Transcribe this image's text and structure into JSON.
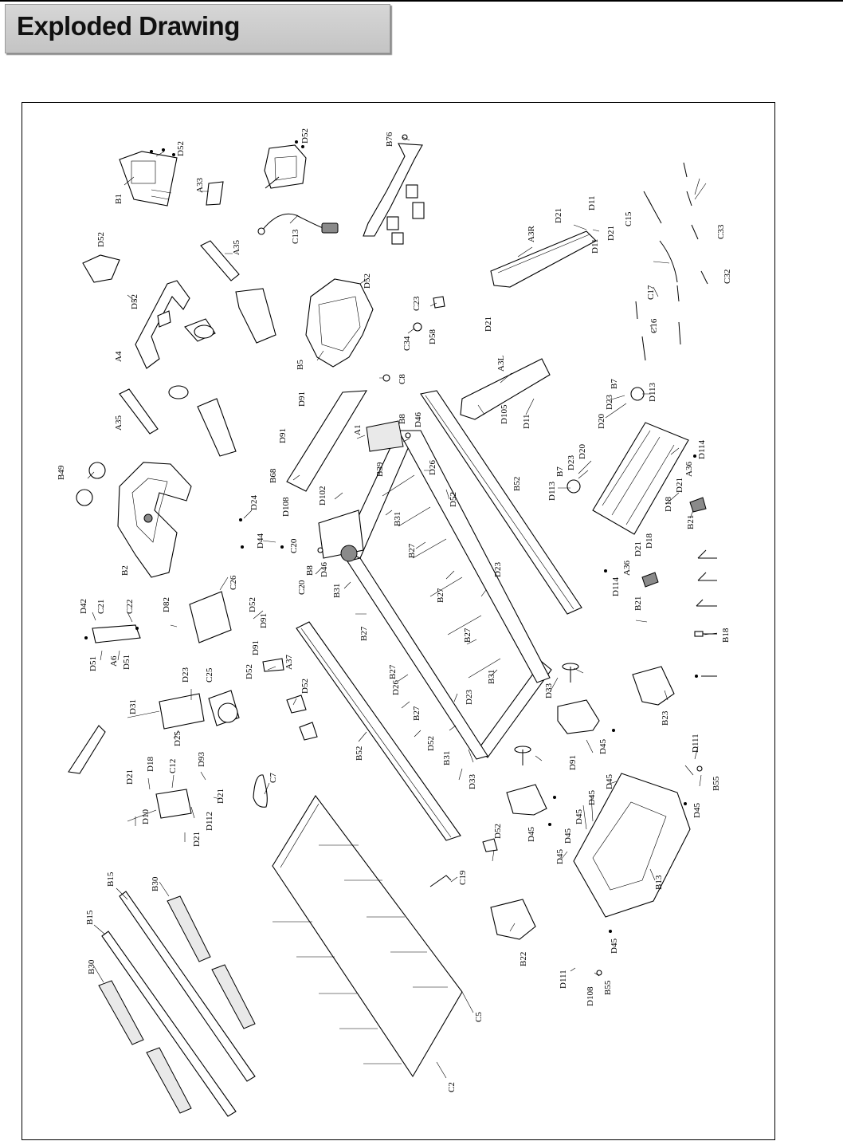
{
  "page": {
    "title": "Exploded Drawing"
  },
  "labels": {
    "B1": "B1",
    "D52": "D52",
    "A33": "A33",
    "C13": "C13",
    "B76": "B76",
    "A35": "A35",
    "A4": "A4",
    "B5": "B5",
    "C23": "C23",
    "C34": "C34",
    "D58": "D58",
    "C8": "C8",
    "A3R": "A3R",
    "D21": "D21",
    "D11": "D11",
    "C15": "C15",
    "C33": "C33",
    "C32": "C32",
    "C17": "C17",
    "C16": "C16",
    "A3L": "A3L",
    "D105": "D105",
    "B7": "B7",
    "D23": "D23",
    "D113": "D113",
    "D20": "D20",
    "B49": "B49",
    "D91": "D91",
    "B68": "B68",
    "D108": "D108",
    "A1": "A1",
    "B8": "B8",
    "D46": "D46",
    "B39": "B39",
    "D26": "D26",
    "B52": "B52",
    "D114": "D114",
    "A36": "A36",
    "D18": "D18",
    "B21": "B21",
    "D24": "D24",
    "D102": "D102",
    "B31": "B31",
    "D44": "D44",
    "C20": "C20",
    "B27": "B27",
    "B2": "B2",
    "C26": "C26",
    "D82": "D82",
    "D42": "D42",
    "C21": "C21",
    "C22": "C22",
    "A6": "A6",
    "D51": "D51",
    "A37": "A37",
    "C25": "C25",
    "D31": "D31",
    "D25": "D25",
    "D33": "D33",
    "B18": "B18",
    "B23": "B23",
    "D45": "D45",
    "D111": "D111",
    "B55": "B55",
    "D93": "D93",
    "C12": "C12",
    "D10": "D10",
    "D112": "D112",
    "C7": "C7",
    "B13": "B13",
    "C19": "C19",
    "B22": "B22",
    "B15": "B15",
    "B30": "B30",
    "C5": "C5",
    "C2": "C2"
  }
}
